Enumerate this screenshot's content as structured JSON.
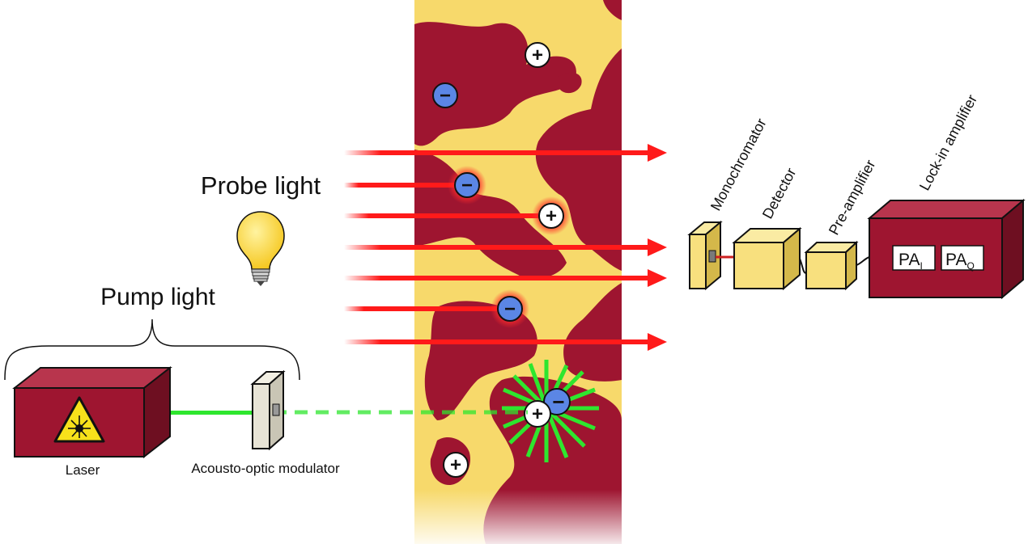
{
  "labels": {
    "probe_light": "Probe light",
    "pump_light": "Pump light",
    "laser": "Laser",
    "aom": "Acousto-optic modulator",
    "monochromator": "Monochromator",
    "detector": "Detector",
    "preamp": "Pre-amplifier",
    "lockin": "Lock-in amplifier",
    "pa_i_base": "PA",
    "pa_i_sub": "I",
    "pa_q_base": "PA",
    "pa_q_sub": "Q"
  },
  "charges": {
    "plus": "+",
    "minus": "−"
  },
  "colors": {
    "maroon": "#9e1530",
    "maroon_dark": "#6e0f21",
    "maroon_top": "#b8354d",
    "yellow_bg": "#f7d96b",
    "box_yellow": "#f8e07e",
    "beam_red": "#ff1a1a",
    "beam_green": "#2ee62e",
    "electron_blue": "#5b86e5"
  },
  "icons": {
    "bulb": "light-bulb-icon",
    "laser_warning": "laser-warning-icon"
  }
}
